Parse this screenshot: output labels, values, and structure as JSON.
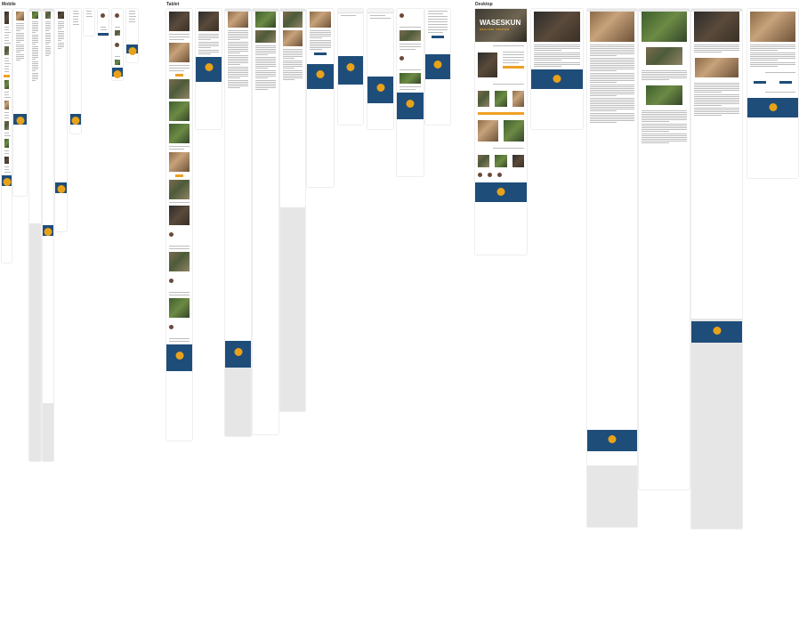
{
  "sections": {
    "left_label": "Mobile",
    "middle_label": "Tablet",
    "right_label": "Desktop"
  },
  "hero": {
    "title": "WASESKUN",
    "subtitle": "HEALING CENTER"
  },
  "colors": {
    "footer_blue": "#1f4d7a",
    "accent_orange": "#f0a023",
    "panel_grey": "#e6e6e6"
  },
  "icons": {
    "footer_emblem": "waseskun-emblem-icon"
  }
}
